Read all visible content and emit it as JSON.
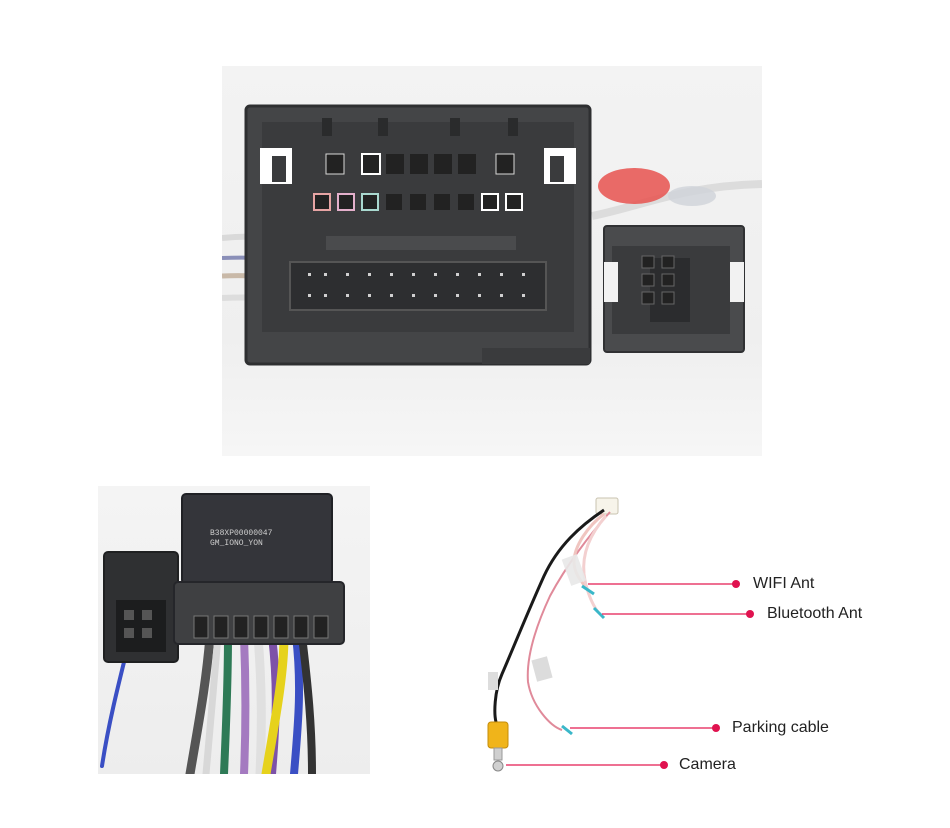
{
  "product_label": {
    "line1": "B38XP00000047",
    "line2": "GM_IONO_YON"
  },
  "callouts": [
    {
      "label": "WIFI Ant"
    },
    {
      "label": "Bluetooth Ant"
    },
    {
      "label": "Parking cable"
    },
    {
      "label": "Camera"
    }
  ],
  "colors": {
    "callout_line": "#e8406e",
    "callout_dot": "#e0124f",
    "connector_body": "#3f4042",
    "wire_yellow": "#e6d21c",
    "wire_blue": "#3a4fc4",
    "rca_plug": "#f0b41a"
  }
}
